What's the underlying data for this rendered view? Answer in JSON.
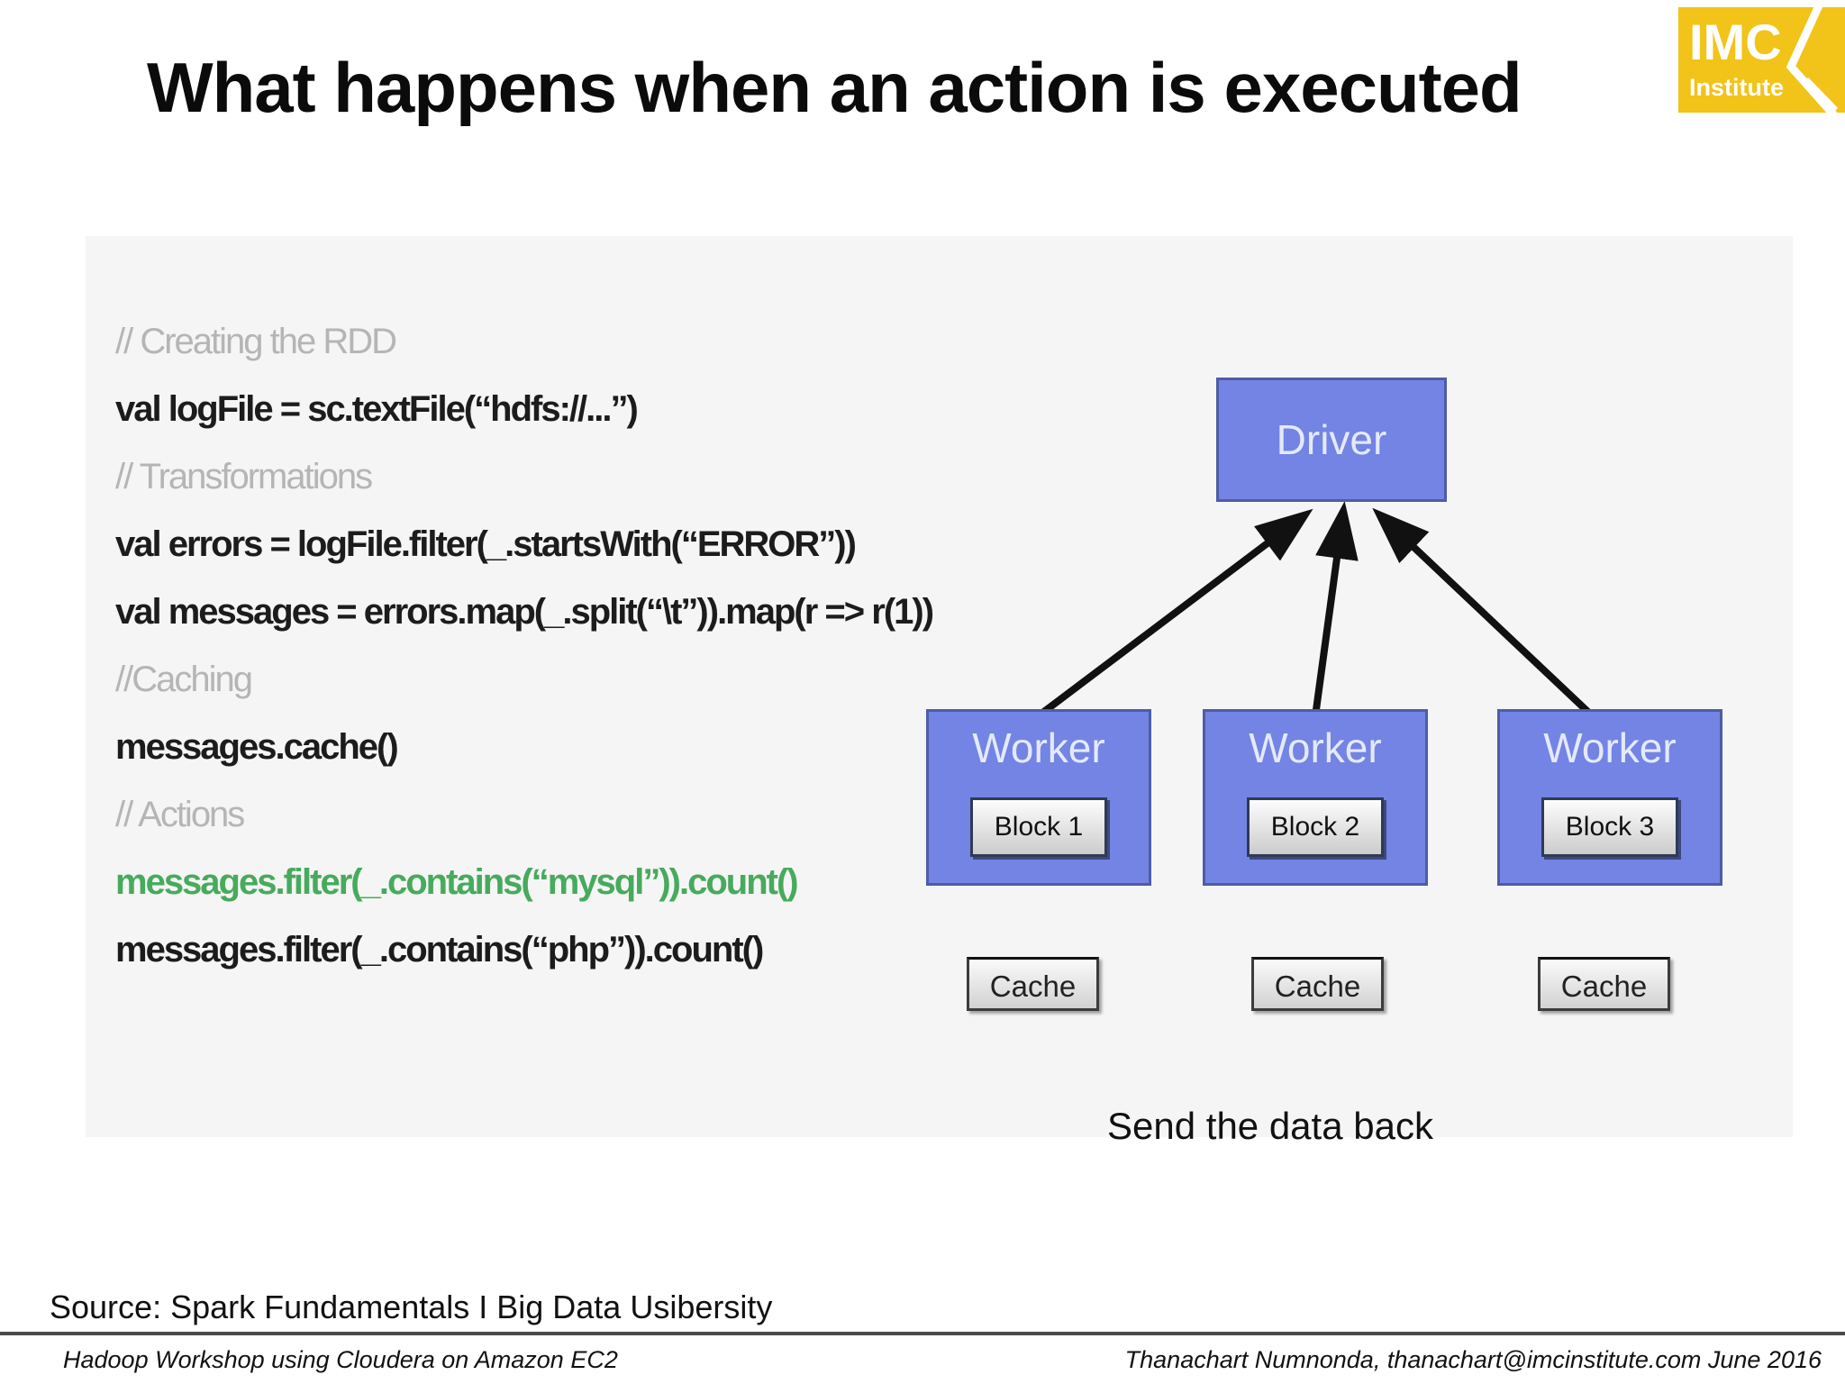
{
  "slide": {
    "title": "What happens when an action is executed",
    "logo": {
      "line1": "IMC",
      "line2": "Institute",
      "bg_color": "#F2C318"
    },
    "code": {
      "comment_color": "#B5B5B5",
      "code_color": "#1C1C1C",
      "action_color": "#47AA5C",
      "lines": [
        {
          "type": "comment",
          "text": "// Creating the RDD"
        },
        {
          "type": "plain",
          "text": "val logFile = sc.textFile(“hdfs://...”)"
        },
        {
          "type": "comment",
          "text": "// Transformations"
        },
        {
          "type": "plain",
          "text": "val errors = logFile.filter(_.startsWith(“ERROR”))"
        },
        {
          "type": "plain",
          "text": "val messages = errors.map(_.split(“\\t”)).map(r => r(1))"
        },
        {
          "type": "comment",
          "text": "//Caching"
        },
        {
          "type": "plain",
          "text": "messages.cache()"
        },
        {
          "type": "comment",
          "text": "// Actions"
        },
        {
          "type": "action",
          "text": "messages.filter(_.contains(“mysql”)).count()"
        },
        {
          "type": "plain",
          "text": "messages.filter(_.contains(“php”)).count()"
        }
      ]
    },
    "diagram": {
      "driver_label": "Driver",
      "workers": [
        {
          "label": "Worker",
          "block": "Block 1",
          "cache": "Cache"
        },
        {
          "label": "Worker",
          "block": "Block 2",
          "cache": "Cache"
        },
        {
          "label": "Worker",
          "block": "Block 3",
          "cache": "Cache"
        }
      ],
      "caption": "Send the data back",
      "node_fill": "#7384E4",
      "node_border": "#4F5CA6"
    },
    "source_line": "Source: Spark Fundamentals I Big Data Usibersity",
    "footer": {
      "left": "Hadoop Workshop using Cloudera on Amazon EC2",
      "right": "Thanachart Numnonda,  thanachart@imcinstitute.com  June 2016"
    }
  }
}
